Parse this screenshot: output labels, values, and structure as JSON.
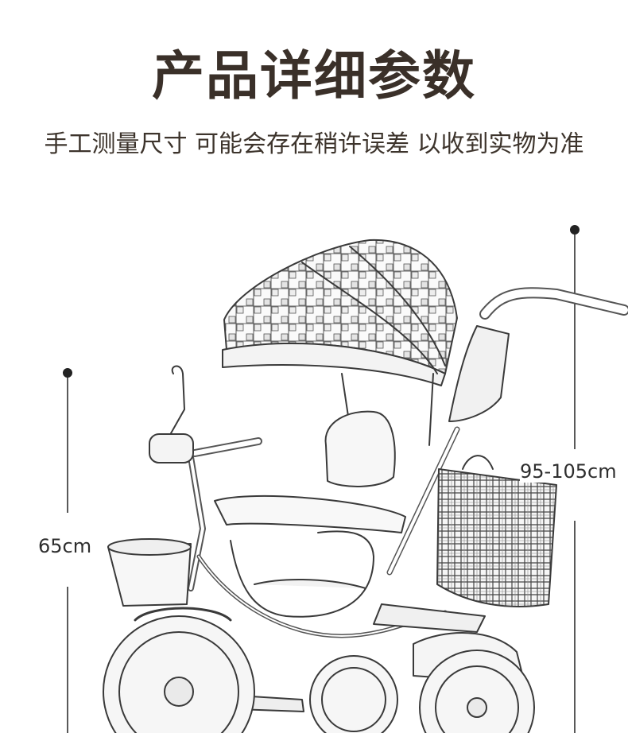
{
  "page": {
    "title": "产品详细参数",
    "subtitle": "手工测量尺寸 可能会存在稍许误差 以收到实物为准"
  },
  "dimensions": {
    "overall_height": "95-105cm",
    "seat_height": "65cm"
  },
  "product": {
    "image_icon": "tricycle-sketch-icon"
  }
}
